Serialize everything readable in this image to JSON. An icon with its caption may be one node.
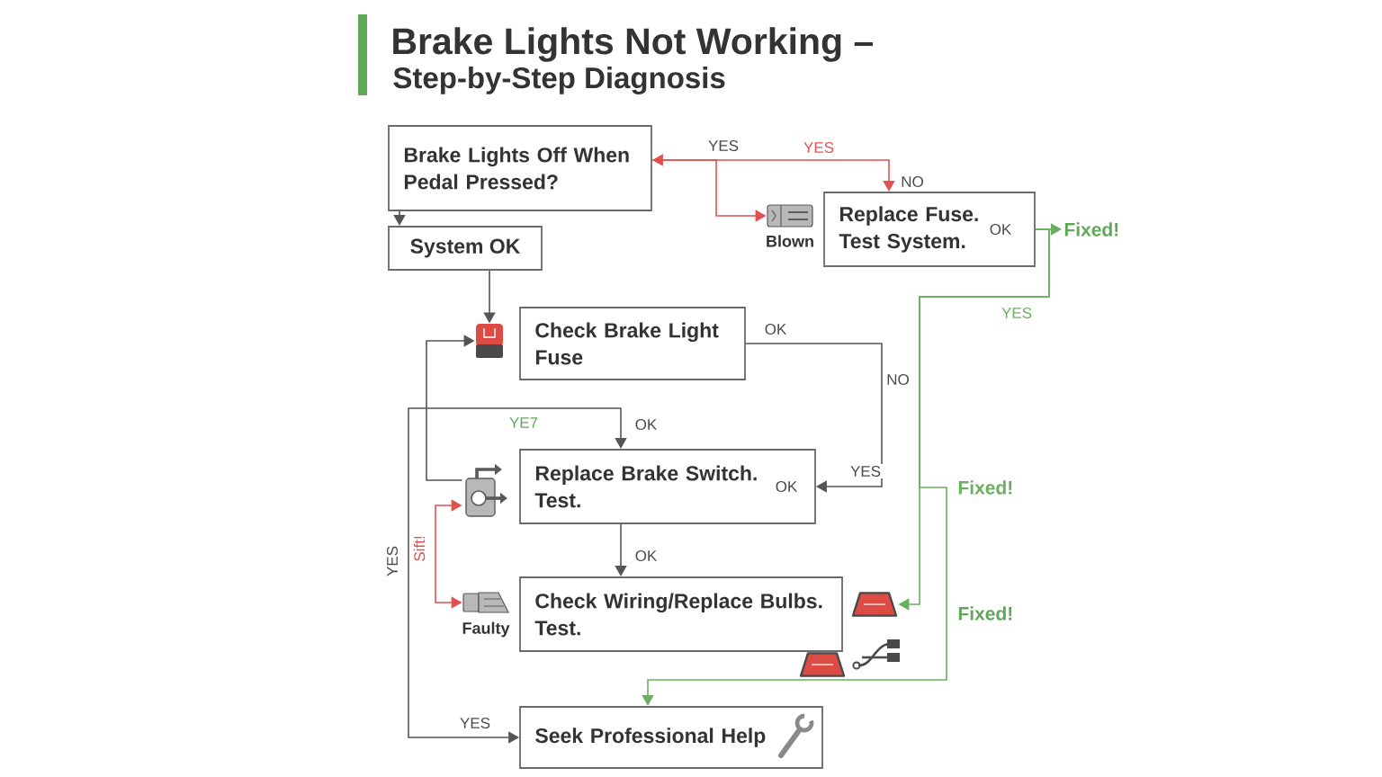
{
  "diagram": {
    "title": "Brake Lights Not Working –",
    "nodes": [
      {
        "text": [
          "Brake Lights Off When Pedal Pressed?"
        ]
      },
      {
        "text": [
          "System OK"
        ]
      },
      {
        "text": [],
        "shape": "picture",
        "beside": [
          "Blown"
        ]
      },
      {
        "text": [
          "Replace Fuse. Test System.",
          "OK"
        ]
      },
      {
        "text": [
          "Fixed!"
        ]
      },
      {
        "text": [],
        "shape": "picture"
      },
      {
        "text": [
          "Check Brake Light Fuse"
        ]
      },
      {
        "text": [],
        "shape": "picture"
      },
      {
        "text": [
          "Replace Brake Switch. Test.",
          "OK"
        ]
      },
      {
        "text": [],
        "shape": "picture",
        "beside": [
          "Faulty"
        ]
      },
      {
        "text": [
          "Check Wiring/Replace Bulbs. Test."
        ]
      },
      {
        "text": [],
        "shape": "picture"
      },
      {
        "text": [
          "Seek Professional Help"
        ]
      }
    ],
    "edges": [
      {
        "from": 0,
        "to": 1,
        "arrow": "to"
      },
      {
        "from": 0,
        "to": 3,
        "arrow": "both",
        "label": "YES",
        "color": "#e0524f"
      },
      {
        "from": 0,
        "to": 2,
        "arrow": "to",
        "color": "#e0524f"
      },
      {
        "from": 3,
        "to": 4,
        "arrow": "to",
        "color": "#6aaf5f"
      },
      {
        "from": 3,
        "to": 11,
        "arrow": "to",
        "label": "YES",
        "color": "#6aaf5f"
      },
      {
        "from": 3,
        "to": 12,
        "arrow": "to",
        "label": "Fixed!",
        "color": "#6aaf5f"
      },
      {
        "from": 1,
        "to": 5,
        "arrow": "to"
      },
      {
        "from": 7,
        "to": 5,
        "arrow": "to"
      },
      {
        "from": 6,
        "to": 8,
        "arrow": "to",
        "label": "NO"
      },
      {
        "from": 8,
        "to": 10,
        "arrow": "to",
        "label": "OK"
      },
      {
        "from": 7,
        "to": 9,
        "arrow": "both",
        "label": "Sift!",
        "color": "#e0524f"
      },
      {
        "from": 8,
        "to": 12,
        "arrow": "both",
        "label": "YES"
      }
    ],
    "labels": [
      "Step-by-Step Diagnosis",
      "YES",
      "NO",
      "OK",
      "YE7",
      "OK",
      "YES",
      "Fixed!",
      "YES"
    ]
  }
}
